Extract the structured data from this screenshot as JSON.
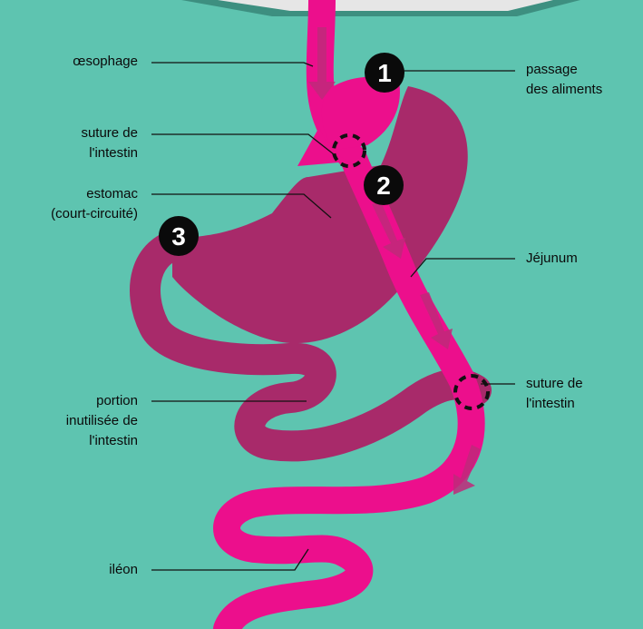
{
  "labels": {
    "oesophage": "œsophage",
    "passage": "passage\ndes aliments",
    "suture_top": "suture de\nl'intestin",
    "estomac": "estomac\n(court-circuité)",
    "jejunum": "Jéjunum",
    "portion": "portion\ninutilisée de\nl'intestin",
    "suture_bottom": "suture de\nl'intestin",
    "ileon": "iléon"
  },
  "steps": [
    "1",
    "2",
    "3"
  ],
  "colors": {
    "background": "#5ec4b0",
    "active_tract": "#ec0f8c",
    "bypassed": "#a82a6a",
    "arrow": "#c0297a",
    "leader_line": "#111111",
    "badge": "#0a0a0a"
  }
}
